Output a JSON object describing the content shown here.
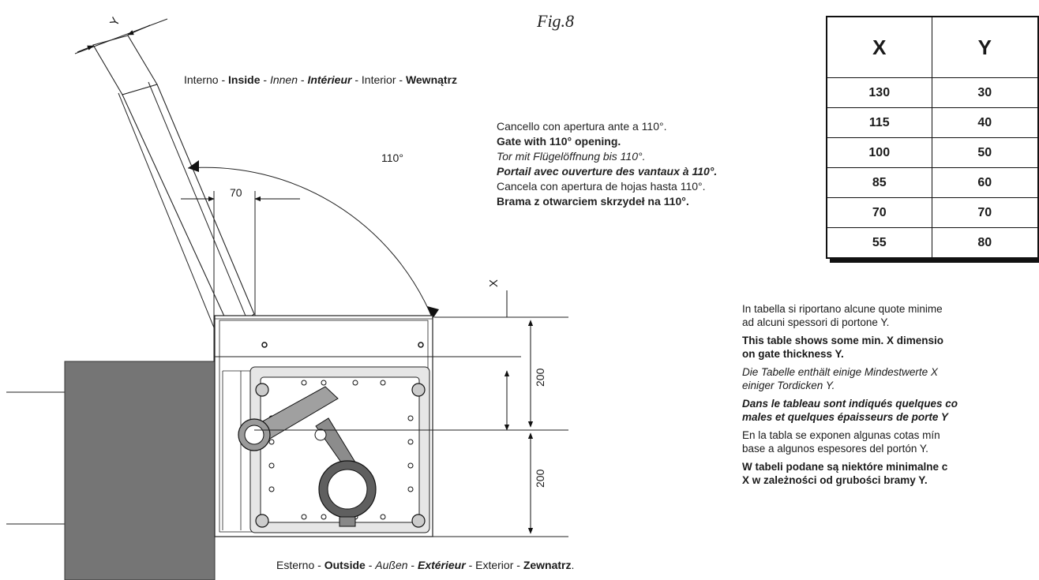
{
  "figure": {
    "label": "Fig.8"
  },
  "labels": {
    "inside": {
      "p1": "Interno - ",
      "p2": "Inside",
      "p3": " - ",
      "p4": "Innen",
      "p5": " - ",
      "p6": "Intérieur",
      "p7": " - Interior - ",
      "p8": "Wewnątrz"
    },
    "outside": {
      "p1": "Esterno - ",
      "p2": "Outside",
      "p3": " - ",
      "p4": "Außen",
      "p5": " - ",
      "p6": "Extérieur",
      "p7": " - Exterior - ",
      "p8": "Zewnatrz",
      "p9": "."
    },
    "gate_desc": {
      "it": "Cancello con apertura ante a 110°.",
      "en": "Gate with 110° opening.",
      "de": "Tor mit Flügelöffnung bis 110°.",
      "fr": "Portail avec ouverture des vantaux à 110°.",
      "es": "Cancela con apertura de hojas hasta 110°.",
      "pl": "Brama z otwarciem skrzydeł na 110°."
    }
  },
  "dimensions": {
    "angle": "110°",
    "d70": "70",
    "x": "X",
    "y": "Y",
    "d200_upper": "200",
    "d200_lower": "200"
  },
  "table": {
    "headers": [
      "X",
      "Y"
    ],
    "rows": [
      [
        "130",
        "30"
      ],
      [
        "115",
        "40"
      ],
      [
        "100",
        "50"
      ],
      [
        "85",
        "60"
      ],
      [
        "70",
        "70"
      ],
      [
        "55",
        "80"
      ]
    ]
  },
  "notes": {
    "it": [
      "In tabella si riportano alcune quote minime",
      "ad alcuni spessori di portone Y."
    ],
    "en": [
      "This table shows some min. X dimensio",
      "on gate thickness Y."
    ],
    "de": [
      "Die Tabelle enthält einige Mindestwerte X",
      "einiger Tordicken Y."
    ],
    "fr": [
      "Dans le tableau sont indiqués quelques co",
      "males et quelques épaisseurs de porte Y"
    ],
    "es": [
      "En la tabla se exponen algunas cotas mín",
      "base a algunos espesores del portón Y."
    ],
    "pl": [
      "W tabeli podane są niektóre minimalne c",
      "X w zależności od grubości bramy Y."
    ]
  },
  "colors": {
    "pillar": "#757575",
    "line": "#1a1a1a",
    "motor_body": "#d9d9d9"
  }
}
